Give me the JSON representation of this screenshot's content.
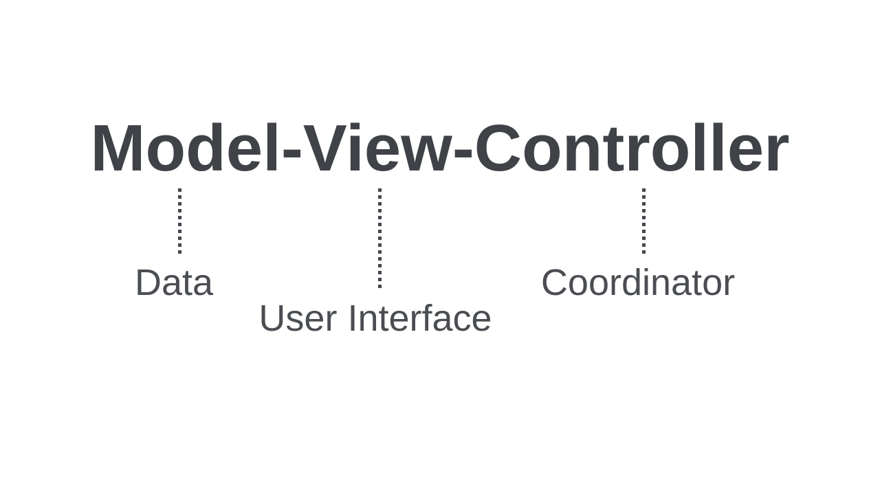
{
  "diagram": {
    "title": "Model-View-Controller",
    "components": [
      {
        "part": "Model",
        "meaning": "Data"
      },
      {
        "part": "View",
        "meaning": "User Interface"
      },
      {
        "part": "Controller",
        "meaning": "Coordinator"
      }
    ],
    "colors": {
      "background": "#ffffff",
      "title_text": "#3f4247",
      "label_text": "#4a4d52",
      "connector_dots": "#44474d"
    }
  }
}
